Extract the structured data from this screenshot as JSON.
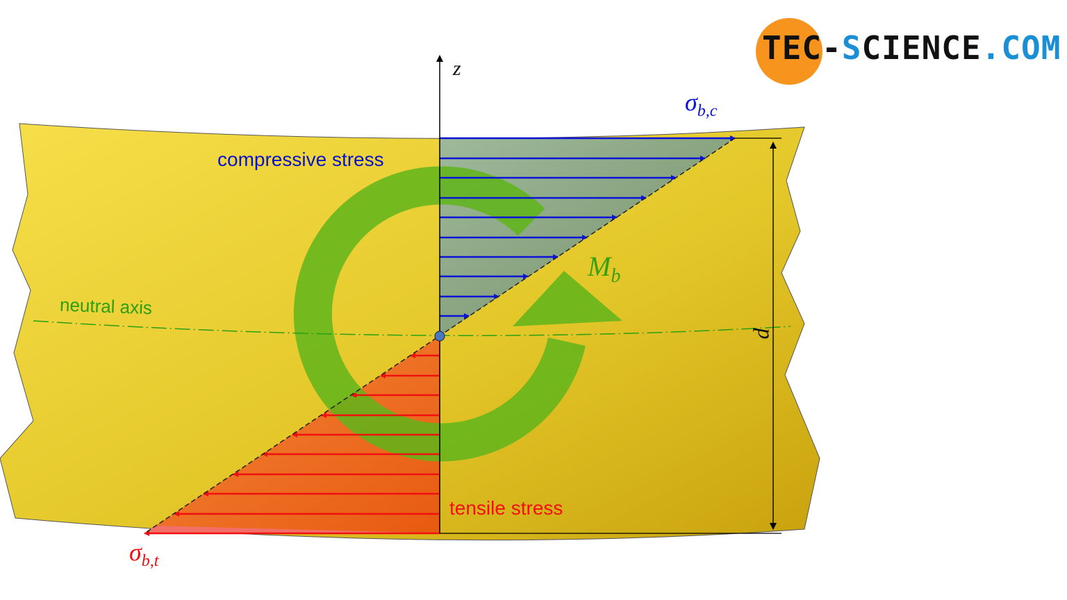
{
  "logo": {
    "part1": "TEC-",
    "part2": "SCIENCE",
    "part3": ".COM",
    "circle_color": "#f7941d",
    "blue": "#1b8fd6"
  },
  "labels": {
    "z_axis": "z",
    "sigma_c_main": "σ",
    "sigma_c_sub": "b,c",
    "sigma_t_main": "σ",
    "sigma_t_sub": "b,t",
    "compressive": "compressive stress",
    "tensile": "tensile stress",
    "neutral_axis": "neutral axis",
    "moment_main": "M",
    "moment_sub": "b",
    "depth": "d"
  },
  "colors": {
    "beam": "#e8cc2c",
    "compressive": "#0a14d8",
    "tensile": "#f01010",
    "moment": "#5fb51a",
    "neutral_axis": "#2aa012"
  },
  "stress_distribution": {
    "compressive_arrows": 10,
    "tensile_arrows": 10,
    "type": "linear bending stress, zero at neutral axis"
  }
}
